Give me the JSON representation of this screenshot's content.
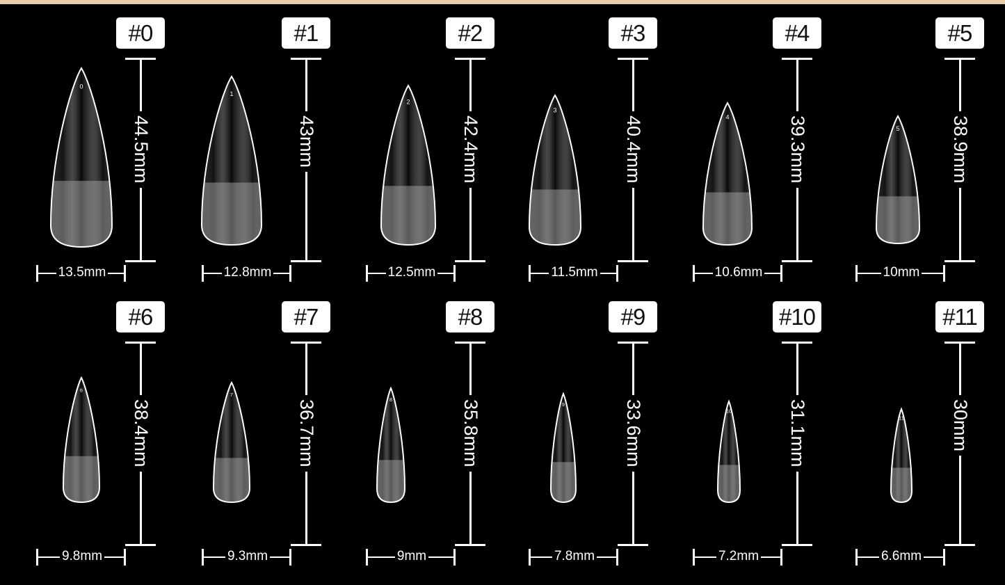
{
  "colors": {
    "background": "#000000",
    "top_band": "#e6cfa6",
    "label_bg": "#ffffff",
    "line": "#ffffff"
  },
  "tips": [
    {
      "label": "#0",
      "number": "0",
      "length": "44.5mm",
      "width": "13.5mm"
    },
    {
      "label": "#1",
      "number": "1",
      "length": "43mm",
      "width": "12.8mm"
    },
    {
      "label": "#2",
      "number": "2",
      "length": "42.4mm",
      "width": "12.5mm"
    },
    {
      "label": "#3",
      "number": "3",
      "length": "40.4mm",
      "width": "11.5mm"
    },
    {
      "label": "#4",
      "number": "4",
      "length": "39.3mm",
      "width": "10.6mm"
    },
    {
      "label": "#5",
      "number": "5",
      "length": "38.9mm",
      "width": "10mm"
    },
    {
      "label": "#6",
      "number": "6",
      "length": "38.4mm",
      "width": "9.8mm"
    },
    {
      "label": "#7",
      "number": "7",
      "length": "36.7mm",
      "width": "9.3mm"
    },
    {
      "label": "#8",
      "number": "8",
      "length": "35.8mm",
      "width": "9mm"
    },
    {
      "label": "#9",
      "number": "9",
      "length": "33.6mm",
      "width": "7.8mm"
    },
    {
      "label": "#10",
      "number": "10",
      "length": "31.1mm",
      "width": "7.2mm"
    },
    {
      "label": "#11",
      "number": "11",
      "length": "30mm",
      "width": "6.6mm"
    }
  ]
}
